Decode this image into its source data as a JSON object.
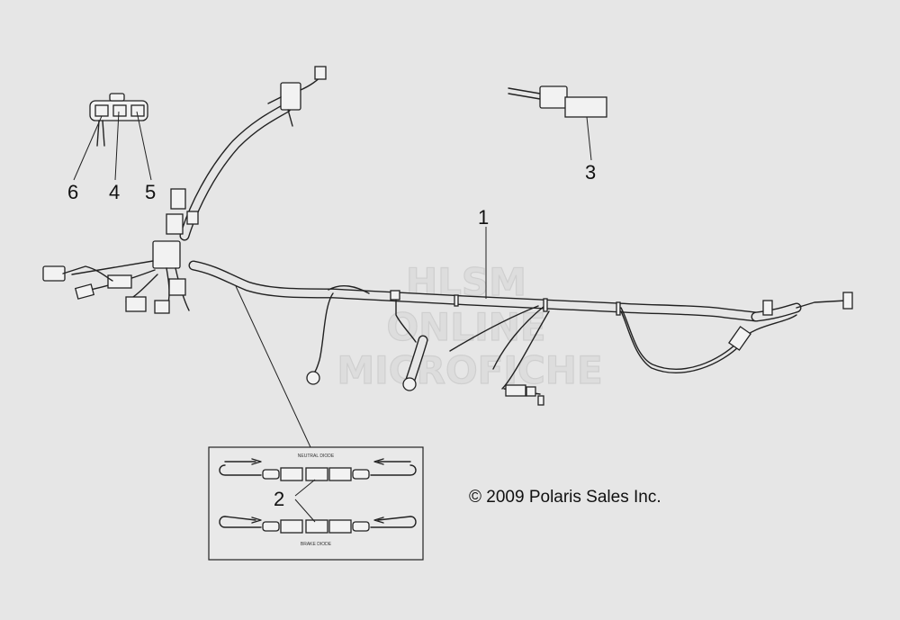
{
  "callouts": {
    "c1": "1",
    "c2": "2",
    "c3": "3",
    "c4": "4",
    "c5": "5",
    "c6": "6"
  },
  "copyright": "© 2009 Polaris Sales Inc.",
  "watermark": {
    "line1": "HLSM",
    "line2": "ONLINE",
    "line3": "MICROFICHE"
  },
  "inset": {
    "top_label": "NEUTRAL DIODE",
    "bottom_label": "BRAKE DIODE"
  }
}
